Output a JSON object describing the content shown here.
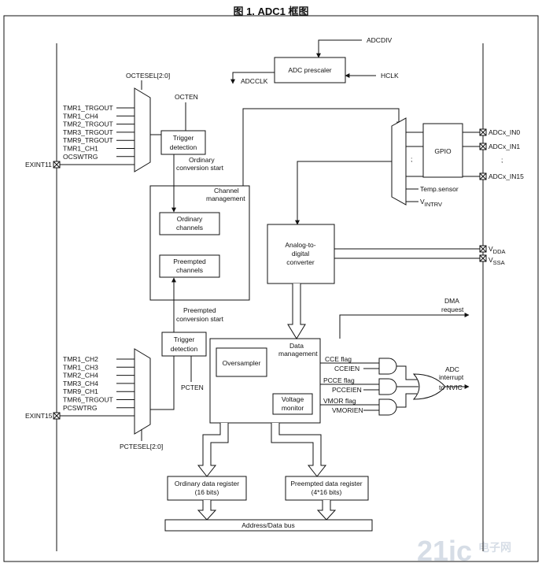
{
  "title": "图 1. ADC1 框图",
  "adc_prescaler": {
    "label": "ADC prescaler",
    "adcdiv": "ADCDIV",
    "hclk": "HCLK",
    "adcclk": "ADCCLK"
  },
  "ordinary_trigger": {
    "sel": "OCTESEL[2:0]",
    "inputs": [
      "TMR1_TRGOUT",
      "TMR1_CH4",
      "TMR2_TRGOUT",
      "TMR3_TRGOUT",
      "TMR9_TRGOUT",
      "TMR1_CH1",
      "OCSWTRG"
    ],
    "exint": "EXINT11",
    "enable": "OCTEN",
    "detection": [
      "Trigger",
      "detection"
    ],
    "conv_start": [
      "Ordinary",
      "conversion start"
    ]
  },
  "channel_management": {
    "label": [
      "Channel",
      "management"
    ],
    "ordinary": [
      "Ordinary",
      "channels"
    ],
    "preempted": [
      "Preempted",
      "channels"
    ]
  },
  "preempted_trigger": {
    "sel": "PCTESEL[2:0]",
    "inputs": [
      "TMR1_CH2",
      "TMR1_CH3",
      "TMR2_CH4",
      "TMR3_CH4",
      "TMR9_CH1",
      "TMR6_TRGOUT",
      "PCSWTRG"
    ],
    "exint": "EXINT15",
    "enable": "PCTEN",
    "detection": [
      "Trigger",
      "detection"
    ],
    "conv_start": [
      "Preempted",
      "conversion start"
    ]
  },
  "gpio": {
    "label": "GPIO",
    "pins": [
      "ADCx_IN0",
      "ADCx_IN1",
      "ADCx_IN15"
    ],
    "dots": ";",
    "temp": "Temp.sensor",
    "vintrv": "V",
    "vintrv_sub": "INTRV"
  },
  "adc": {
    "label": [
      "Analog-to-",
      "digital",
      "converter"
    ],
    "vdda": "V",
    "vdda_sub": "DDA",
    "vssa": "V",
    "vssa_sub": "SSA"
  },
  "data_management": {
    "label": [
      "Data",
      "management"
    ],
    "oversampler": "Oversampler",
    "voltage_monitor": [
      "Voltage",
      "monitor"
    ],
    "flags": [
      "CCE flag",
      "CCEIEN",
      "PCCE flag",
      "PCCEIEN",
      "VMOR flag",
      "VMORIEN"
    ],
    "dma": [
      "DMA",
      "request"
    ],
    "interrupt": [
      "ADC",
      "interrupt",
      "to NVIC"
    ]
  },
  "registers": {
    "ordinary": [
      "Ordinary data register",
      "(16 bits)"
    ],
    "preempted": [
      "Preempted data register",
      "(4*16 bits)"
    ],
    "bus": "Address/Data bus"
  },
  "watermark": {
    "main": "21ic",
    "sub": "电子网"
  }
}
